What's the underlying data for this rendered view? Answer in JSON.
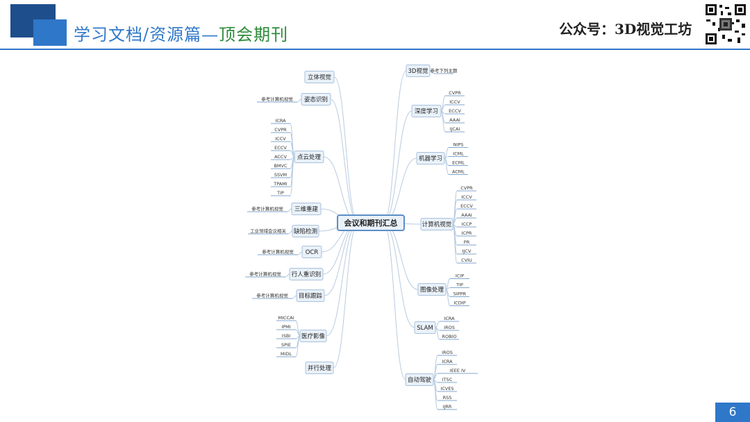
{
  "header": {
    "title_main": "学习文档/资源篇—",
    "title_accent": "顶会期刊",
    "right_text": "公众号：3D视觉工坊"
  },
  "page_number": "6",
  "mindmap": {
    "center": "会议和期刊汇总",
    "left": [
      {
        "label": "立体视觉",
        "leaves": []
      },
      {
        "label": "姿态识别",
        "leaves": [
          "参考计算机视觉"
        ]
      },
      {
        "label": "点云处理",
        "leaves": [
          "ICRA",
          "CVPR",
          "ICCV",
          "ECCV",
          "ACCV",
          "BMVC",
          "SSVM",
          "TPAMI",
          "TIP"
        ]
      },
      {
        "label": "三维重建",
        "leaves": [
          "参考计算机视觉"
        ]
      },
      {
        "label": "缺陷检测",
        "leaves": [
          "工业领域会议相关"
        ]
      },
      {
        "label": "OCR",
        "leaves": [
          "参考计算机视觉"
        ]
      },
      {
        "label": "行人重识别",
        "leaves": [
          "参考计算机视觉"
        ]
      },
      {
        "label": "目标跟踪",
        "leaves": [
          "参考计算机视觉"
        ]
      },
      {
        "label": "医疗影像",
        "leaves": [
          "MICCAI",
          "IPMI",
          "ISBI",
          "SPIE",
          "MIDL"
        ]
      },
      {
        "label": "并行处理",
        "leaves": []
      }
    ],
    "right": [
      {
        "label": "3D视觉",
        "leaves": [
          "参考下列主题"
        ]
      },
      {
        "label": "深度学习",
        "leaves": [
          "CVPR",
          "ICCV",
          "ECCV",
          "AAAI",
          "IJCAI"
        ]
      },
      {
        "label": "机器学习",
        "leaves": [
          "NIPS",
          "ICML",
          "ECML",
          "ACML"
        ]
      },
      {
        "label": "计算机视觉",
        "leaves": [
          "CVPR",
          "ICCV",
          "ECCV",
          "AAAI",
          "ICCP",
          "ICPR",
          "PR",
          "IJCV",
          "CVIU"
        ]
      },
      {
        "label": "图像处理",
        "leaves": [
          "ICIP",
          "TIP",
          "SIPPR",
          "ICDIP"
        ]
      },
      {
        "label": "SLAM",
        "leaves": [
          "ICRA",
          "IROS",
          "ROBIO"
        ]
      },
      {
        "label": "自动驾驶",
        "leaves": [
          "IROS",
          "ICRA",
          "IEEE IV",
          "ITSC",
          "ICVES",
          "RSS",
          "IJRR"
        ]
      }
    ]
  }
}
